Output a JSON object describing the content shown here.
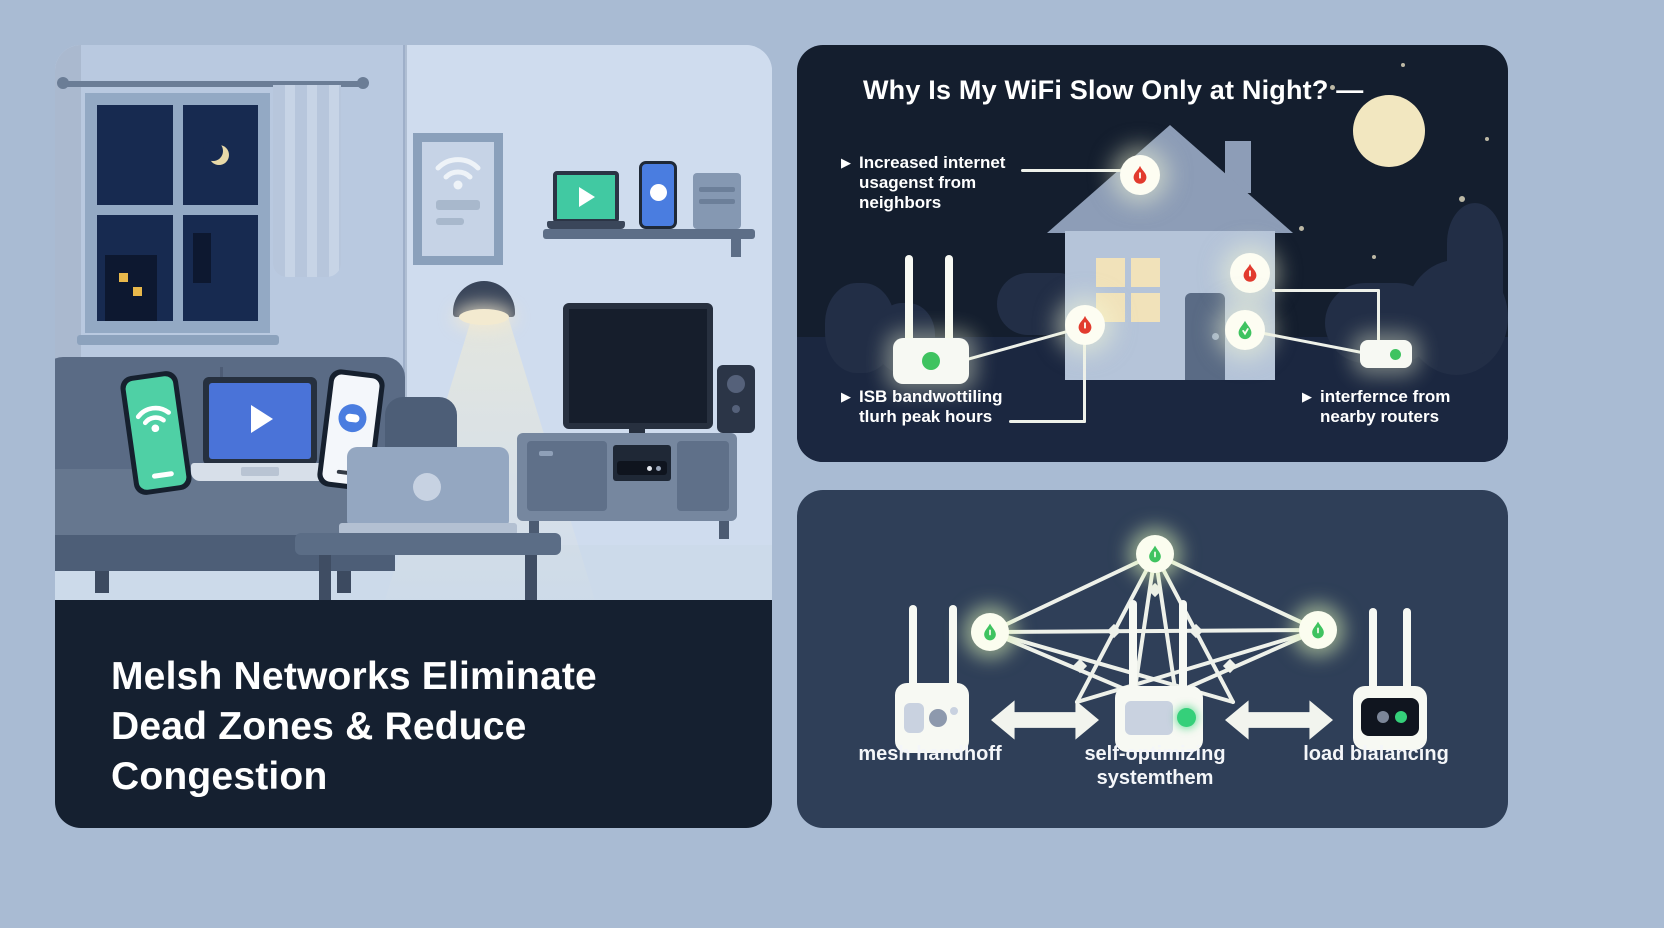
{
  "headline_panel": {
    "line1": "Melsh Networks Eliminate",
    "line2": "Dead Zones & Reduce Congestion"
  },
  "night_panel": {
    "title": "Why Is My WiFi Slow Only at Night? —",
    "bullets": [
      {
        "marker": "▶",
        "lines": [
          "Increased internet",
          "usagenst from",
          "neighbors"
        ]
      },
      {
        "marker": "▶",
        "lines": [
          "ISB bandwottiling",
          "tlurh peak hours"
        ]
      },
      {
        "marker": "▶",
        "lines": [
          "interfernce from",
          "nearby routers"
        ]
      }
    ]
  },
  "mesh_panel": {
    "labels": [
      {
        "lines": [
          "mesh handhoff"
        ]
      },
      {
        "lines": [
          "self-optimizing",
          "systemthem"
        ]
      },
      {
        "lines": [
          "load blalancing"
        ]
      }
    ]
  },
  "colors": {
    "page_bg": "#a9bbd3",
    "night_panel_bg": "#141e2e",
    "headline_panel_bg": "#152030",
    "mesh_panel_bg": "#2f3f58",
    "status_ok_green": "#3fc360",
    "status_alert_red": "#e23b2e",
    "glow": "#f6f9d8",
    "screen_blue": "#4a73d8",
    "phone_mint": "#4fd0a5",
    "moon": "#f2e7c0",
    "night_sky": "#172a50",
    "window_light": "#f1e2ba"
  }
}
